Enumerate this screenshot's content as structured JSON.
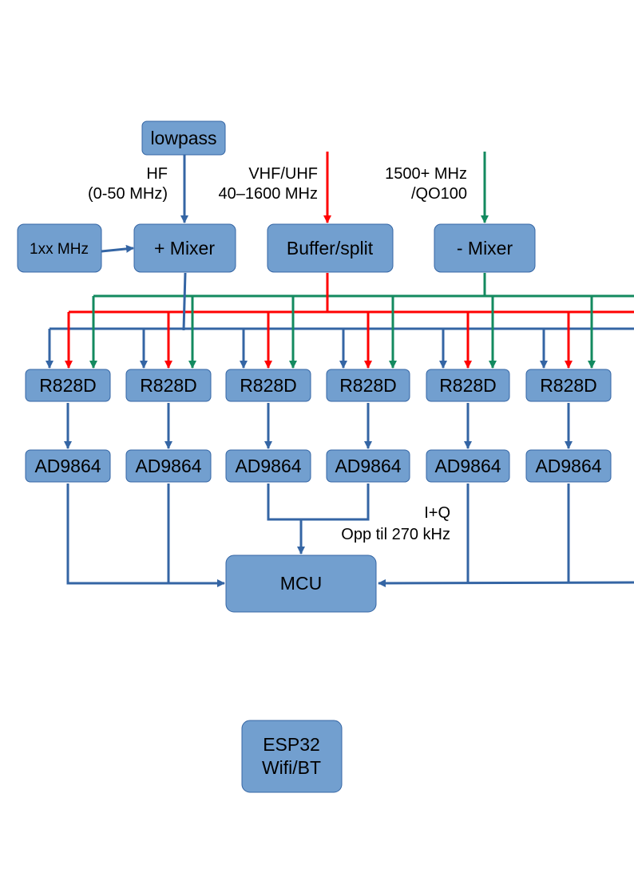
{
  "colors": {
    "box_fill": "#729fcf",
    "box_border": "#3465a4",
    "line_blue": "#3465a4",
    "line_red": "#ff0000",
    "line_green": "#138a5f"
  },
  "blocks": {
    "lowpass": "lowpass",
    "lo_source": "1xx MHz",
    "plus_mixer": "+ Mixer",
    "buffer_split": "Buffer/split",
    "minus_mixer": "- Mixer",
    "tuner": "R828D",
    "adc": "AD9864",
    "mcu": "MCU",
    "esp32_line1": "ESP32",
    "esp32_line2": "Wifi/BT"
  },
  "labels": {
    "hf_line1": "HF",
    "hf_line2": "(0-50 MHz)",
    "vhf_line1": "VHF/UHF",
    "vhf_line2": "40–1600 MHz",
    "shf_line1": "1500+ MHz",
    "shf_line2": "/QO100",
    "iq_line1": "I+Q",
    "iq_line2": "Opp til 270 kHz"
  }
}
